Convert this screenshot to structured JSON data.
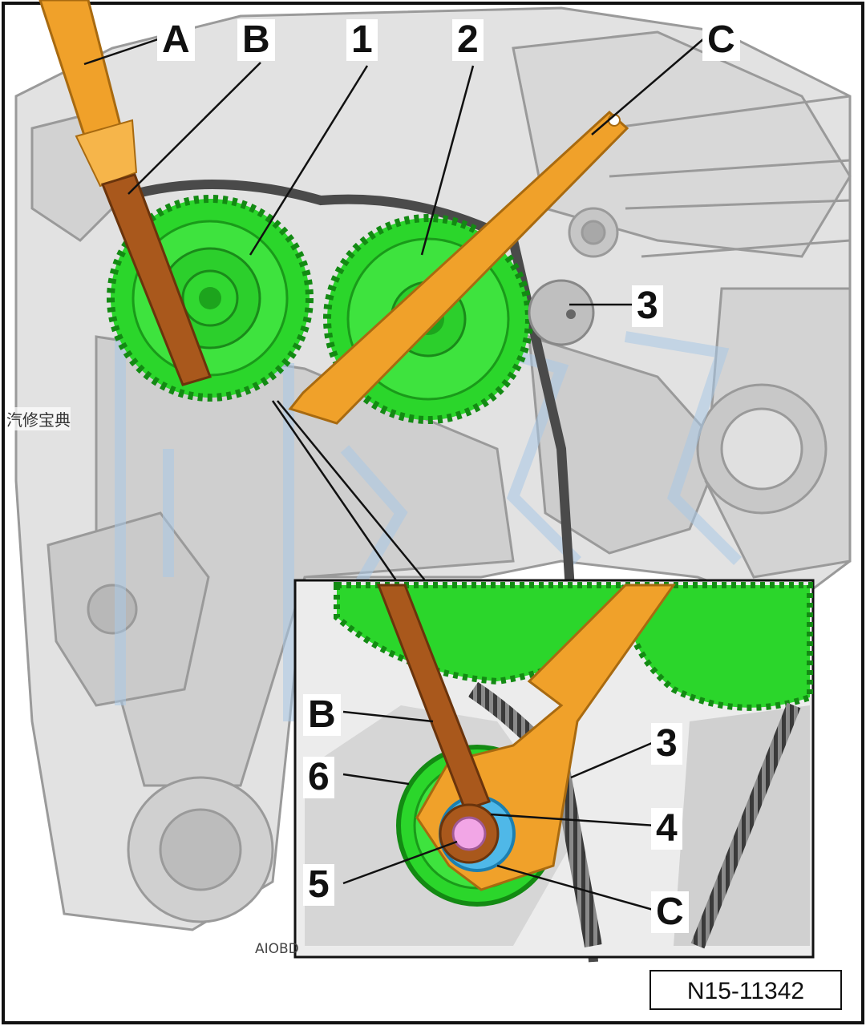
{
  "labels": {
    "A": "A",
    "B_top": "B",
    "n1": "1",
    "n2": "2",
    "C_top": "C",
    "n3_top": "3",
    "B_inset": "B",
    "n3_inset": "3",
    "n6": "6",
    "n4": "4",
    "n5": "5",
    "C_inset": "C"
  },
  "side_text": "汽修宝典",
  "drawing_code": "AIOBD",
  "figure_number": "N15-11342",
  "colors": {
    "sprocket_green": "#2bd62b",
    "tool_orange": "#f0a12a",
    "wrench_brown": "#a9581c",
    "hub_blue": "#4fb8e8",
    "bolt_pink": "#f2a6e6",
    "engine_grey": "#d7d7d7"
  }
}
